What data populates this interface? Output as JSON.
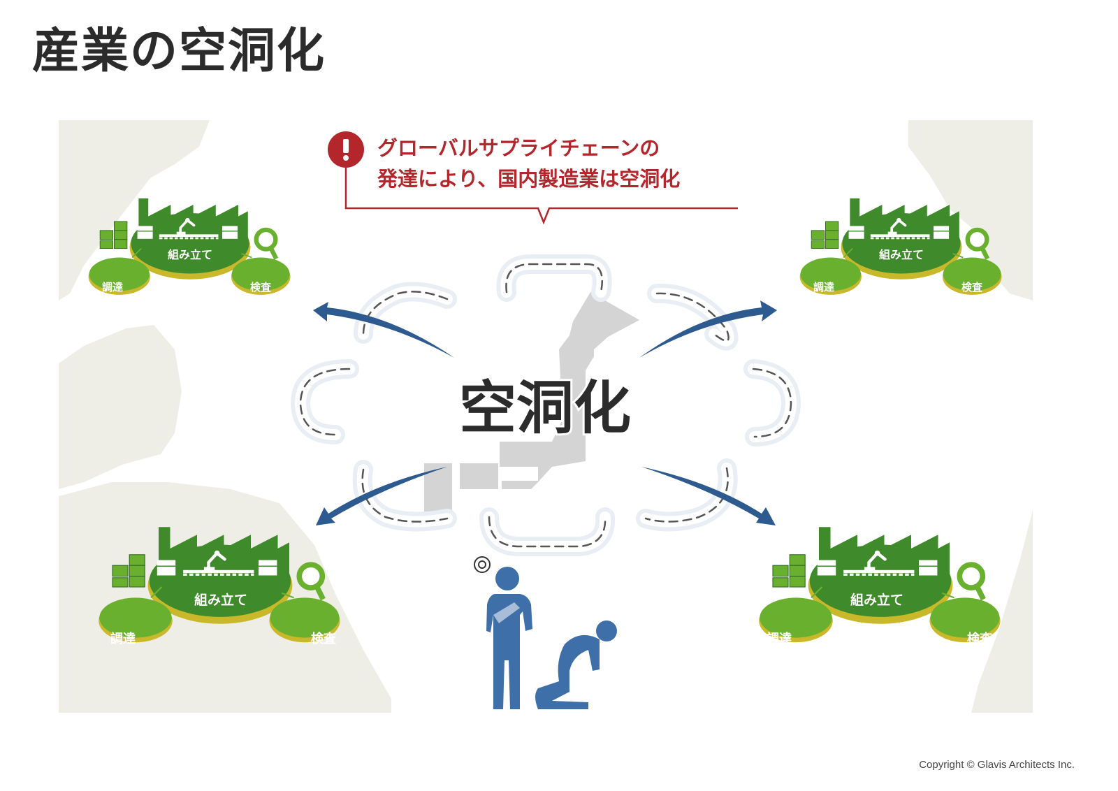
{
  "title": "産業の空洞化",
  "callout": {
    "icon": "exclamation-icon",
    "line1": "グローバルサプライチェーンの",
    "line2": "発達により、国内製造業は空洞化",
    "color": "#b3262c"
  },
  "center_label": "空洞化",
  "factory_labels": {
    "assembly": "組み立て",
    "procurement": "調達",
    "inspection": "検査"
  },
  "colors": {
    "arrow": "#2d5a8f",
    "factory_green": "#3f8a2a",
    "node_green": "#6ab02f",
    "person": "#3f6fa8",
    "map": "#efeee6",
    "japan": "#d4d4d4"
  },
  "copyright": "Copyright © Glavis Architects Inc."
}
